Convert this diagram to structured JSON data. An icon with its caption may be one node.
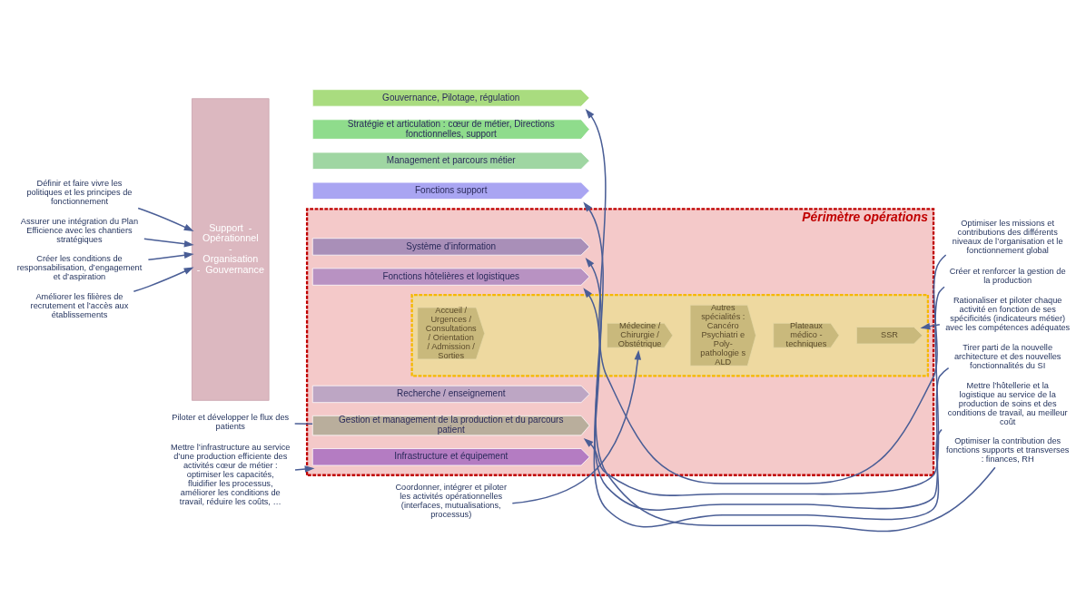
{
  "diagram": {
    "nodes": [
      {
        "text": [
          "Définir et faire vivre les politiques et les principes de fonctionnement"
        ]
      },
      {
        "text": [
          "Assurer une intégration du Plan Efficience avec les chantiers stratégiques"
        ]
      },
      {
        "text": [
          "Créer les conditions de responsabilisation, d’engagement et d’aspiration"
        ]
      },
      {
        "text": [
          "Piloter et développer le flux des patients"
        ]
      },
      {
        "text": [
          "Améliorer les filières de recrutement et l’accès aux établissements"
        ]
      },
      {
        "text": [
          "Coordonner, intégrer et piloter les activités opérationnelles (interfaces, mutualisations, processus)"
        ]
      },
      {
        "text": [
          "Mettre l’infrastructure au service d’une production efficiente des activités cœur de métier : optimiser les capacités, fluidifier les processus, améliorer les conditions de travail, réduire les coûts, …"
        ]
      },
      {
        "text": [
          "Support  -  Opérationnel  -  Organisation  -  Gouvernance"
        ]
      },
      {
        "text": [
          "Gouvernance, Pilotage, régulation"
        ]
      },
      {
        "text": [
          "Stratégie et articulation : cœur de métier, Directions fonctionnelles, support"
        ]
      },
      {
        "text": [
          "Management et parcours métier"
        ]
      },
      {
        "text": [
          "Périmètre opérations"
        ]
      },
      {
        "text": [
          "Gestion et management de la production et du parcours patient"
        ],
        "in": 11
      },
      {
        "text": [
          "Recherche / enseignement"
        ],
        "in": 11
      },
      {
        "text": [],
        "shape": "box",
        "in": 11
      },
      {
        "text": [
          "Accueil / Urgences / Consultations / Orientation / Admission / Sorties"
        ],
        "in": 14
      },
      {
        "text": [
          "Médecine / Chirurgie / Obstétrique"
        ],
        "in": 14
      },
      {
        "text": [
          "Autres spécialités : Cancéro Psychiatri e Poly-pathologie s ALD"
        ],
        "in": 14
      },
      {
        "text": [
          "Plateaux médico - techniques"
        ],
        "in": 14
      },
      {
        "text": [
          "SSR"
        ],
        "in": 14
      },
      {
        "text": [
          "Système d’information"
        ],
        "in": 11
      },
      {
        "text": [
          "Fonctions hôtelières et logistiques"
        ],
        "in": 11
      },
      {
        "text": [
          "Infrastructure et équipement"
        ],
        "in": 11
      },
      {
        "text": [
          "Fonctions support"
        ]
      },
      {
        "text": [
          "Optimiser les missions et contributions des différents niveaux de l’organisation et le fonctionnement global"
        ]
      },
      {
        "text": [
          "Créer et renforcer la gestion de la production"
        ]
      },
      {
        "text": [
          "Rationaliser et piloter chaque activité en fonction de ses spécificités (indicateurs métier) avec les compétences adéquates"
        ]
      },
      {
        "text": [
          "Tirer parti de la nouvelle architecture et des nouvelles fonctionnalités du SI"
        ]
      },
      {
        "text": [
          "Mettre l’hôtellerie et la logistique au service de la production de soins et des conditions de travail, au meilleur coût"
        ]
      },
      {
        "text": [
          "Optimiser la contribution des fonctions supports et transverses : finances, RH"
        ]
      }
    ],
    "edges": [
      {
        "from": 0,
        "to": 7,
        "arrow": "to"
      },
      {
        "from": 1,
        "to": 7,
        "arrow": "to"
      },
      {
        "from": 2,
        "to": 7,
        "arrow": "to"
      },
      {
        "from": 3,
        "to": 12,
        "arrow": "none"
      },
      {
        "from": 4,
        "to": 7,
        "arrow": "to"
      },
      {
        "from": 5,
        "to": 16,
        "arrow": "to"
      },
      {
        "from": 6,
        "to": 22,
        "arrow": "to"
      },
      {
        "from": 24,
        "to": 8,
        "arrow": "to"
      },
      {
        "from": 25,
        "to": 12,
        "arrow": "to"
      },
      {
        "from": 26,
        "to": 19,
        "arrow": "to"
      },
      {
        "from": 27,
        "to": 20,
        "arrow": "to"
      },
      {
        "from": 28,
        "to": 21,
        "arrow": "to"
      },
      {
        "from": 29,
        "to": 23,
        "arrow": "to"
      }
    ]
  }
}
